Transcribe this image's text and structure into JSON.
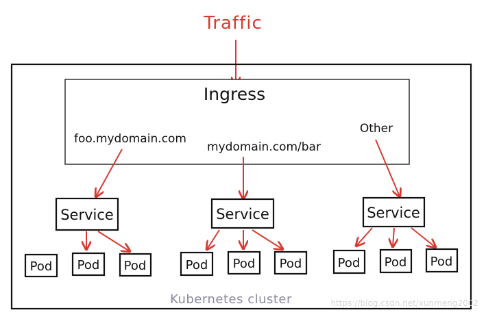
{
  "traffic_label": "Traffic",
  "ingress": {
    "title": "Ingress",
    "routes": [
      "foo.mydomain.com",
      "mydomain.com/bar",
      "Other"
    ]
  },
  "services": [
    {
      "label": "Service",
      "pods": [
        "Pod",
        "Pod",
        "Pod"
      ]
    },
    {
      "label": "Service",
      "pods": [
        "Pod",
        "Pod",
        "Pod"
      ]
    },
    {
      "label": "Service",
      "pods": [
        "Pod",
        "Pod",
        "Pod"
      ]
    }
  ],
  "cluster_label": "Kubernetes cluster",
  "watermark": "https://blog.csdn.net/xunmeng2002",
  "colors": {
    "arrow": "#d83a31",
    "traffic": "#d83a31",
    "ink": "#111111",
    "cluster_label": "#8a8aa0",
    "watermark": "#d6d6d6"
  }
}
